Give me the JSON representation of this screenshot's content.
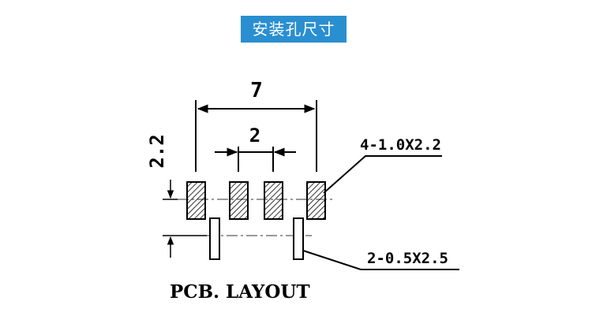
{
  "title": "安装孔尺寸",
  "dimensions": {
    "overall_width": "7",
    "pitch": "2",
    "height": "2.2",
    "large_pad_callout": "4-1.0X2.2",
    "small_pad_callout": "2-0.5X2.5"
  },
  "layout_label": "PCB. LAYOUT"
}
